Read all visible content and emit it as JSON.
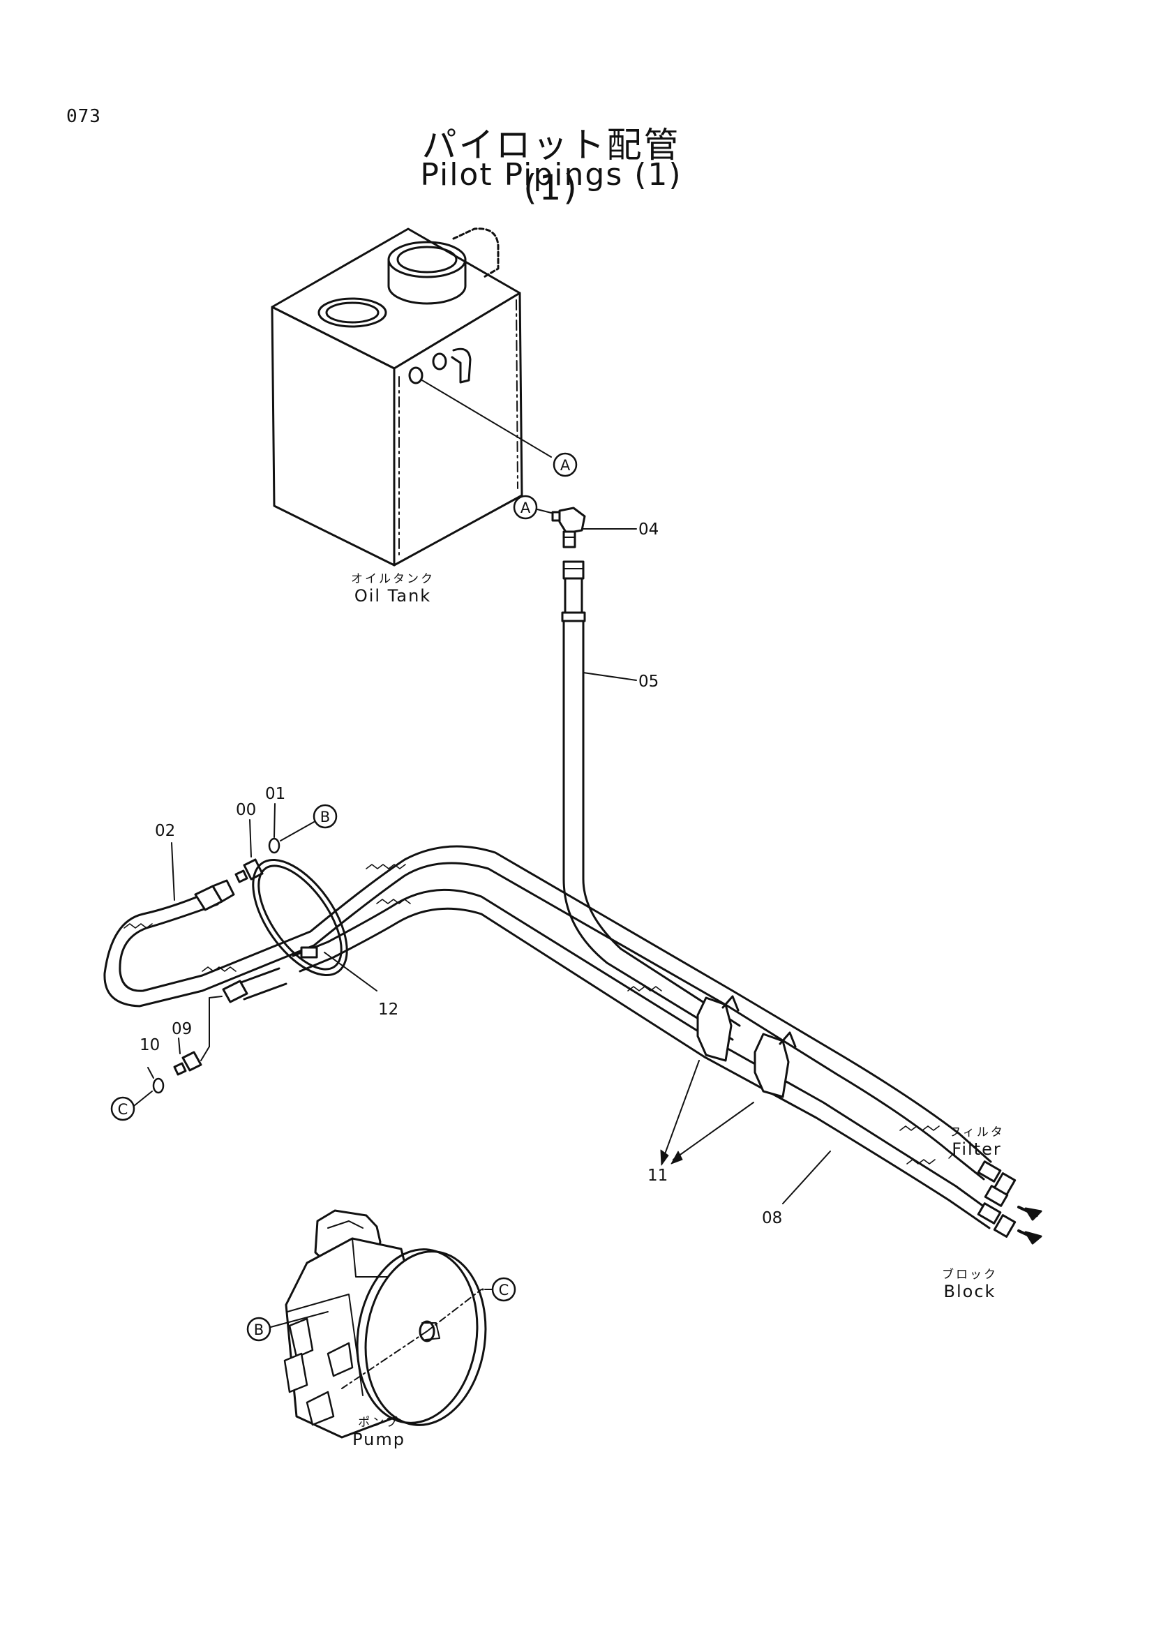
{
  "page_number": "073",
  "title": {
    "ja": "パイロット配管 (1)",
    "en": "Pilot Pipings (1)"
  },
  "components": {
    "oil_tank": {
      "ja": "オイルタンク",
      "en": "Oil Tank"
    },
    "filter": {
      "ja": "フィルタ",
      "en": "Filter"
    },
    "block": {
      "ja": "ブロック",
      "en": "Block"
    },
    "pump": {
      "ja": "ポンプ",
      "en": "Pump"
    }
  },
  "part_numbers": {
    "p00": "00",
    "p01": "01",
    "p02": "02",
    "p04": "04",
    "p05": "05",
    "p08": "08",
    "p09": "09",
    "p10": "10",
    "p11": "11",
    "p12": "12"
  },
  "connection_markers": {
    "a_tank": "A",
    "a_fitting": "A",
    "b_fitting": "B",
    "c_fitting": "C",
    "b_pump": "B",
    "c_pump": "C"
  },
  "colors": {
    "line": "#111111",
    "paper": "#ffffff"
  }
}
